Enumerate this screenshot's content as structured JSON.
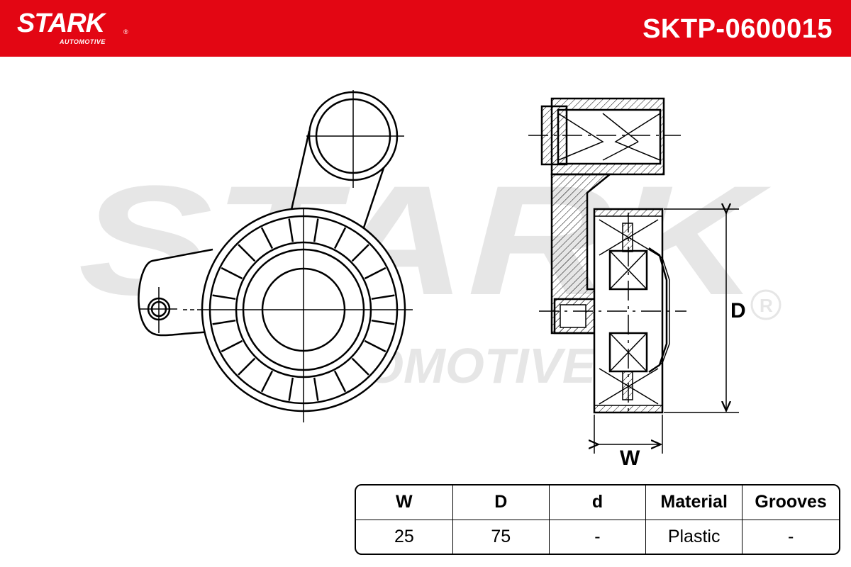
{
  "header": {
    "brand": "STARK",
    "brand_registered": "®",
    "brand_sub": "AUTOMOTIVE",
    "part_number": "SKTP-0600015",
    "background_color": "#e30613"
  },
  "watermark": {
    "line1": "STARK",
    "line2": "AUTOMOTIVE",
    "registered": "®"
  },
  "drawing": {
    "dimension_d": "D",
    "dimension_w": "W"
  },
  "specs": {
    "headers": [
      "W",
      "D",
      "d",
      "Material",
      "Grooves"
    ],
    "values": [
      "25",
      "75",
      "-",
      "Plastic",
      "-"
    ]
  }
}
